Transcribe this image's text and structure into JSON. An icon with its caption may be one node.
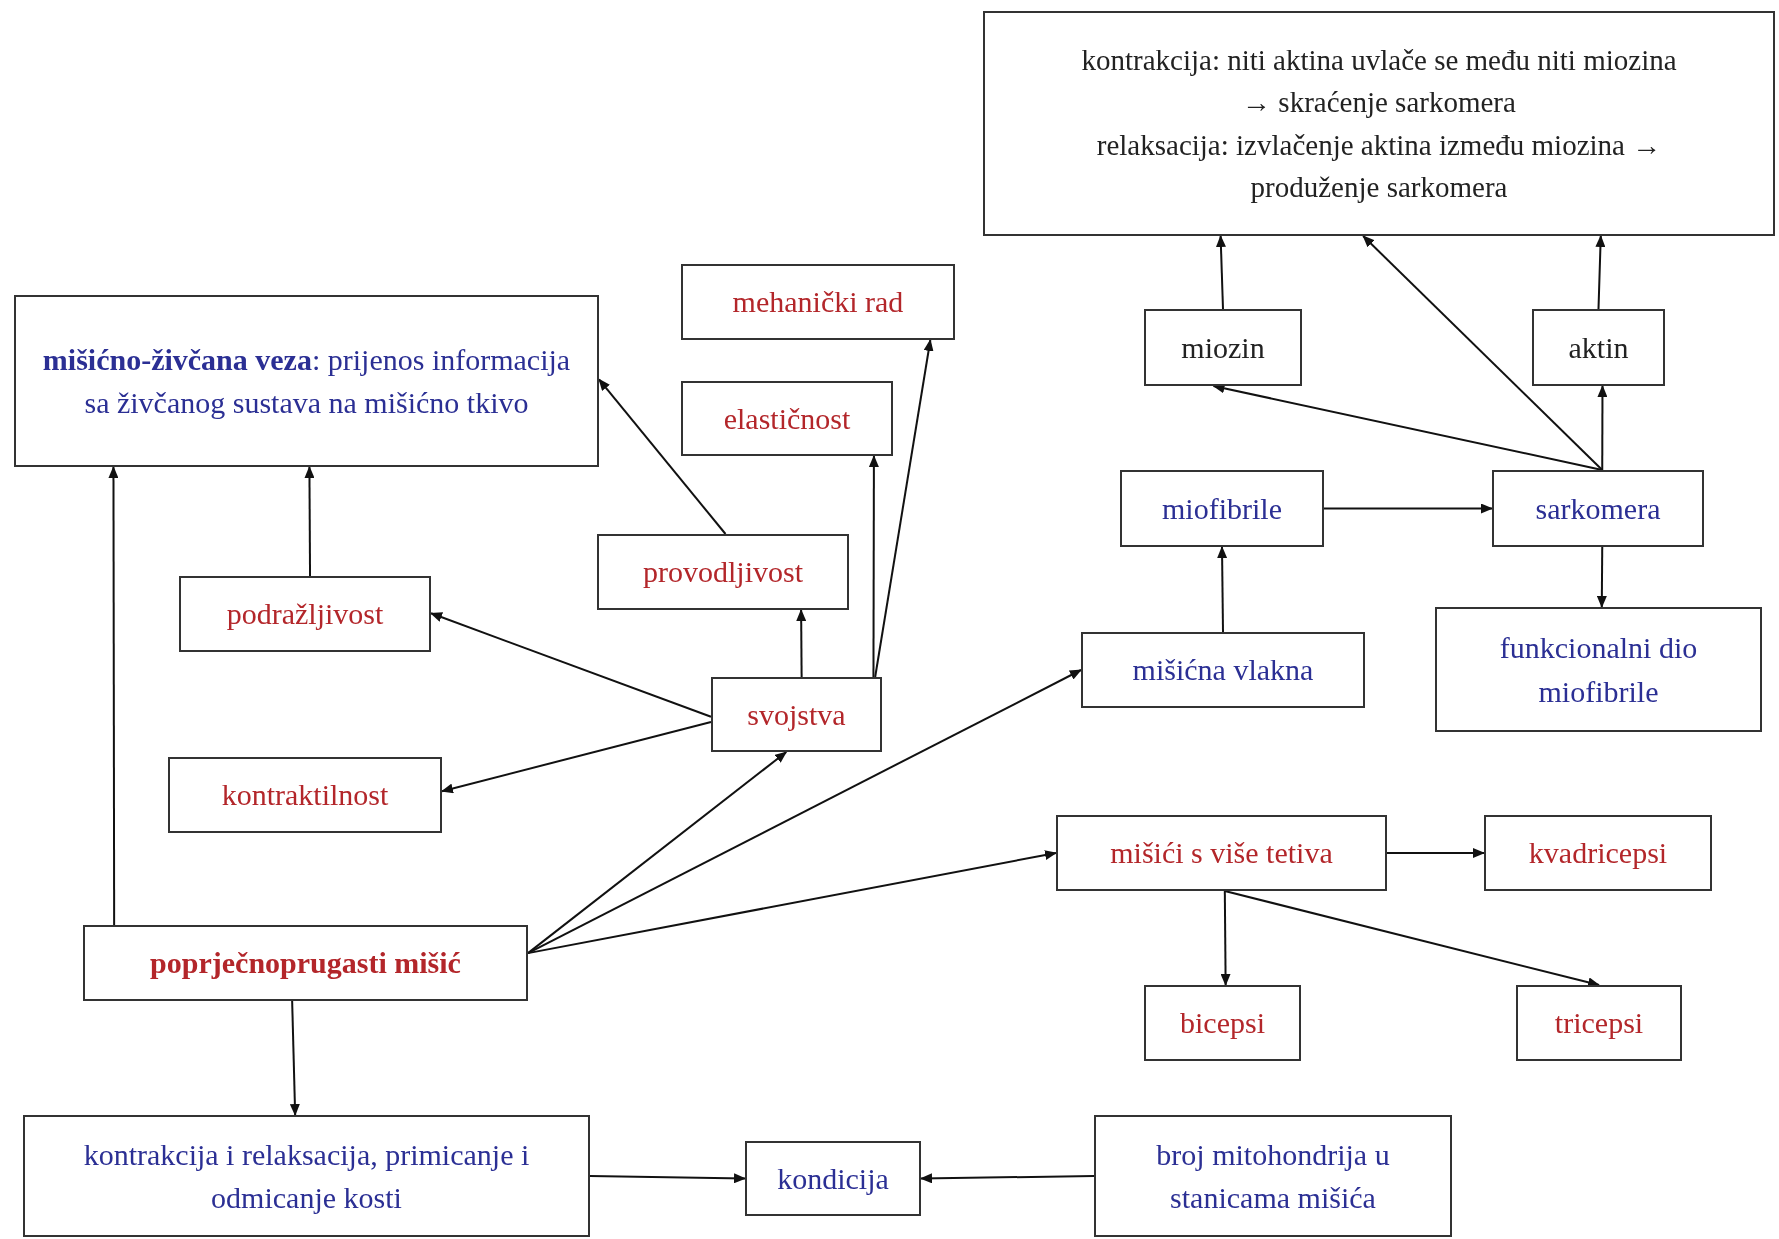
{
  "diagram": {
    "nodes": [
      {
        "text": [
          "kontrakcija: niti aktina uvlače se među niti miozina → skraćenje sarkomera",
          "relaksacija: izvlačenje aktina između miozina → produženje sarkomera"
        ]
      },
      {
        "text": [
          "**mišićno-živčana veza**: prijenos informacija sa živčanog sustava na mišićno tkivo"
        ]
      },
      {
        "text": [
          "mehanički rad"
        ]
      },
      {
        "text": [
          "miozin"
        ]
      },
      {
        "text": [
          "aktin"
        ]
      },
      {
        "text": [
          "elastičnost"
        ]
      },
      {
        "text": [
          "miofibrile"
        ]
      },
      {
        "text": [
          "sarkomera"
        ]
      },
      {
        "text": [
          "provodljivost"
        ]
      },
      {
        "text": [
          "podražljivost"
        ]
      },
      {
        "text": [
          "funkcionalni dio miofibrile"
        ]
      },
      {
        "text": [
          "mišićna vlakna"
        ]
      },
      {
        "text": [
          "svojstva"
        ]
      },
      {
        "text": [
          "kontraktilnost"
        ]
      },
      {
        "text": [
          "mišići s više tetiva"
        ]
      },
      {
        "text": [
          "kvadricepsi"
        ]
      },
      {
        "text": [
          "poprječnoprugasti mišić"
        ]
      },
      {
        "text": [
          "bicepsi"
        ]
      },
      {
        "text": [
          "tricepsi"
        ]
      },
      {
        "text": [
          "kontrakcija i relaksacija, primicanje i odmicanje kosti"
        ]
      },
      {
        "text": [
          "kondicija"
        ]
      },
      {
        "text": [
          "broj mitohondrija u stanicama mišića"
        ]
      }
    ],
    "edges": [
      {
        "from": 16,
        "to": 1,
        "arrow": "to"
      },
      {
        "from": 9,
        "to": 1,
        "arrow": "to"
      },
      {
        "from": 8,
        "to": 1,
        "arrow": "to"
      },
      {
        "from": 12,
        "to": 9,
        "arrow": "to"
      },
      {
        "from": 12,
        "to": 13,
        "arrow": "to"
      },
      {
        "from": 12,
        "to": 8,
        "arrow": "to"
      },
      {
        "from": 12,
        "to": 5,
        "arrow": "to"
      },
      {
        "from": 12,
        "to": 2,
        "arrow": "to"
      },
      {
        "from": 16,
        "to": 12,
        "arrow": "to"
      },
      {
        "from": 16,
        "to": 11,
        "arrow": "to"
      },
      {
        "from": 16,
        "to": 14,
        "arrow": "to"
      },
      {
        "from": 16,
        "to": 19,
        "arrow": "to"
      },
      {
        "from": 19,
        "to": 20,
        "arrow": "to"
      },
      {
        "from": 21,
        "to": 20,
        "arrow": "to"
      },
      {
        "from": 11,
        "to": 6,
        "arrow": "to"
      },
      {
        "from": 6,
        "to": 7,
        "arrow": "to"
      },
      {
        "from": 7,
        "to": 3,
        "arrow": "to"
      },
      {
        "from": 7,
        "to": 4,
        "arrow": "to"
      },
      {
        "from": 7,
        "to": 10,
        "arrow": "to"
      },
      {
        "from": 3,
        "to": 0,
        "arrow": "to"
      },
      {
        "from": 7,
        "to": 0,
        "arrow": "to"
      },
      {
        "from": 4,
        "to": 0,
        "arrow": "to"
      },
      {
        "from": 14,
        "to": 15,
        "arrow": "to"
      },
      {
        "from": 14,
        "to": 17,
        "arrow": "to"
      },
      {
        "from": 14,
        "to": 18,
        "arrow": "to"
      }
    ]
  }
}
